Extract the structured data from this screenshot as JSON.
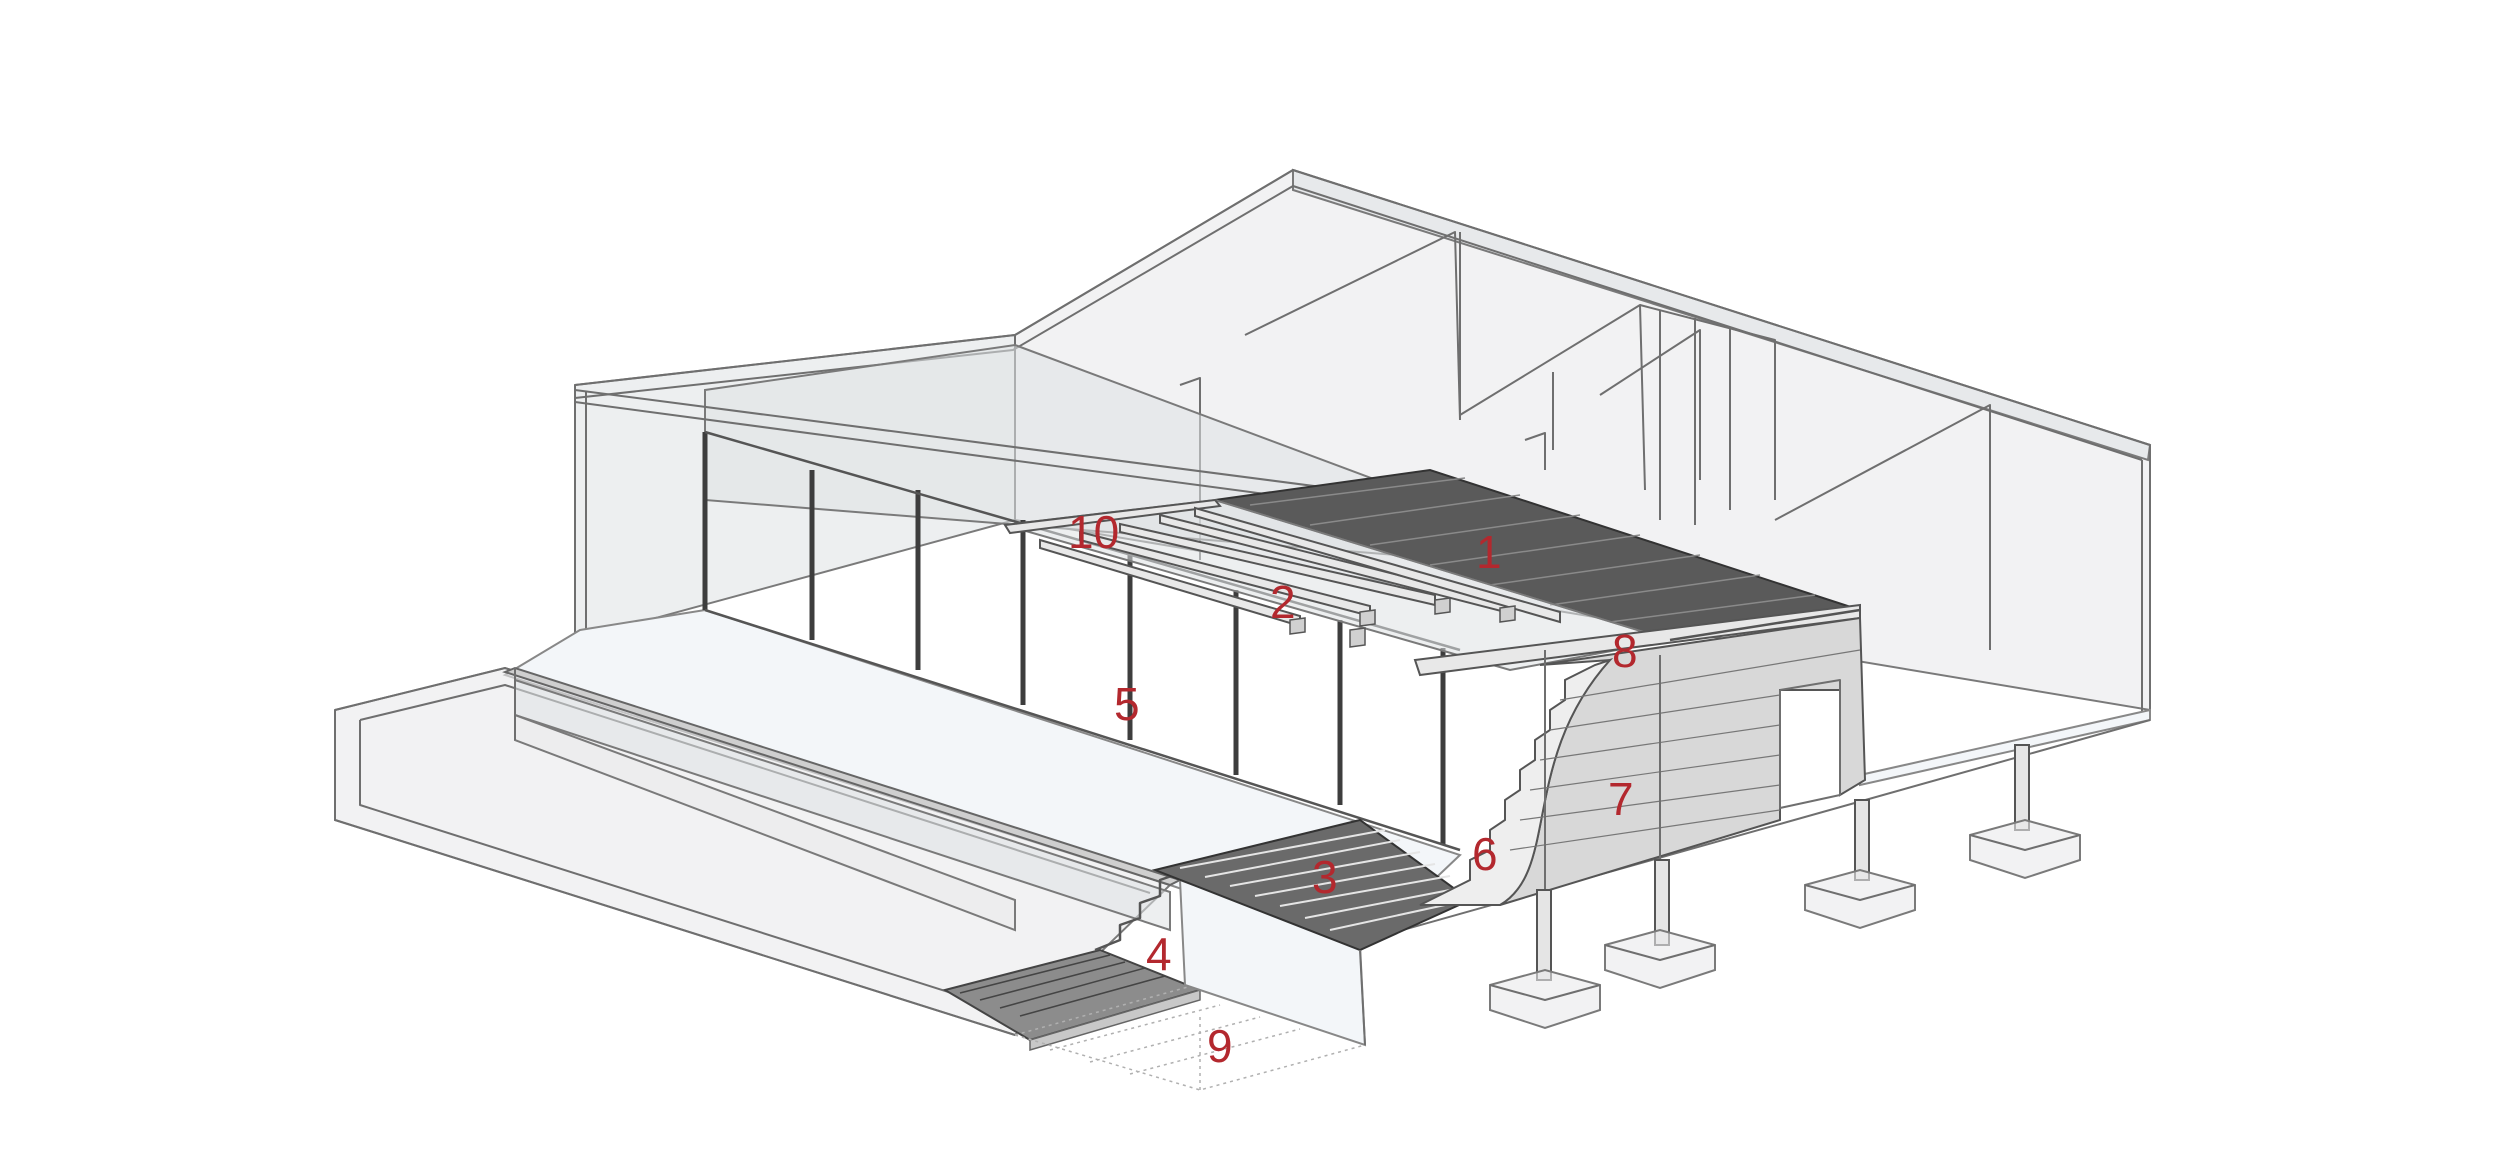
{
  "diagram": {
    "labels": [
      {
        "id": "callout-1",
        "text": "1"
      },
      {
        "id": "callout-2",
        "text": "2"
      },
      {
        "id": "callout-3",
        "text": "3"
      },
      {
        "id": "callout-4",
        "text": "4"
      },
      {
        "id": "callout-5",
        "text": "5"
      },
      {
        "id": "callout-6",
        "text": "6"
      },
      {
        "id": "callout-7",
        "text": "7"
      },
      {
        "id": "callout-8",
        "text": "8"
      },
      {
        "id": "callout-9",
        "text": "9"
      },
      {
        "id": "callout-10",
        "text": "10"
      }
    ],
    "colors": {
      "callout": "#b3282e",
      "line": "#6f6f6f",
      "glass": "#dfe1e3",
      "dark_fill": "#5a5a5a"
    }
  }
}
